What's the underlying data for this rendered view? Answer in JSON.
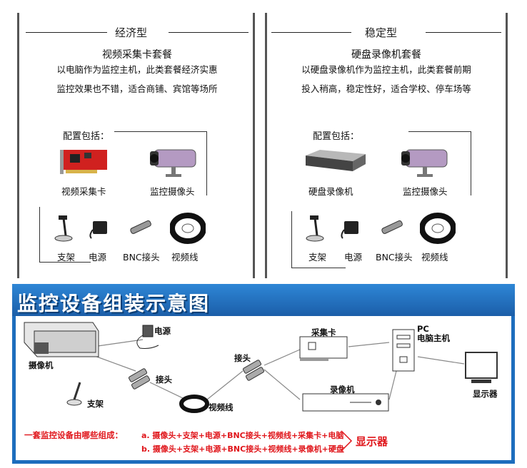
{
  "left": {
    "type": "经济型",
    "package": "视频采集卡套餐",
    "desc1": "以电脑作为监控主机，此类套餐经济实惠",
    "desc2": "监控效果也不错，适合商铺、宾馆等场所",
    "config": "配置包括：",
    "items": [
      "视频采集卡",
      "监控摄像头",
      "支架",
      "电源",
      "BNC接头",
      "视频线"
    ]
  },
  "right": {
    "type": "稳定型",
    "package": "硬盘录像机套餐",
    "desc1": "以硬盘录像机作为监控主机，此类套餐前期",
    "desc2": "投入稍高，稳定性好，适合学校、停车场等",
    "config": "配置包括：",
    "items": [
      "硬盘录像机",
      "监控摄像头",
      "支架",
      "电源",
      "BNC接头",
      "视频线"
    ]
  },
  "diagram": {
    "title": "监控设备组装示意图",
    "labels": {
      "power": "电源",
      "camera": "摄像机",
      "connector1": "接头",
      "connector2": "接头",
      "bracket": "支架",
      "cable": "视频线",
      "card": "采集卡",
      "recorder": "录像机",
      "pc1": "PC",
      "pc2": "电脑主机",
      "monitor": "显示器"
    },
    "summary_label": "一套监控设备由哪些组成：",
    "line_a": "a. 摄像头+支架+电源+BNC接头+视频线+采集卡+电脑",
    "line_b": "b. 摄像头+支架+电源+BNC接头+视频线+录像机+硬盘",
    "result": "显示器"
  },
  "colors": {
    "banner_blue": "#1d6dbd",
    "red": "#e0161b"
  }
}
